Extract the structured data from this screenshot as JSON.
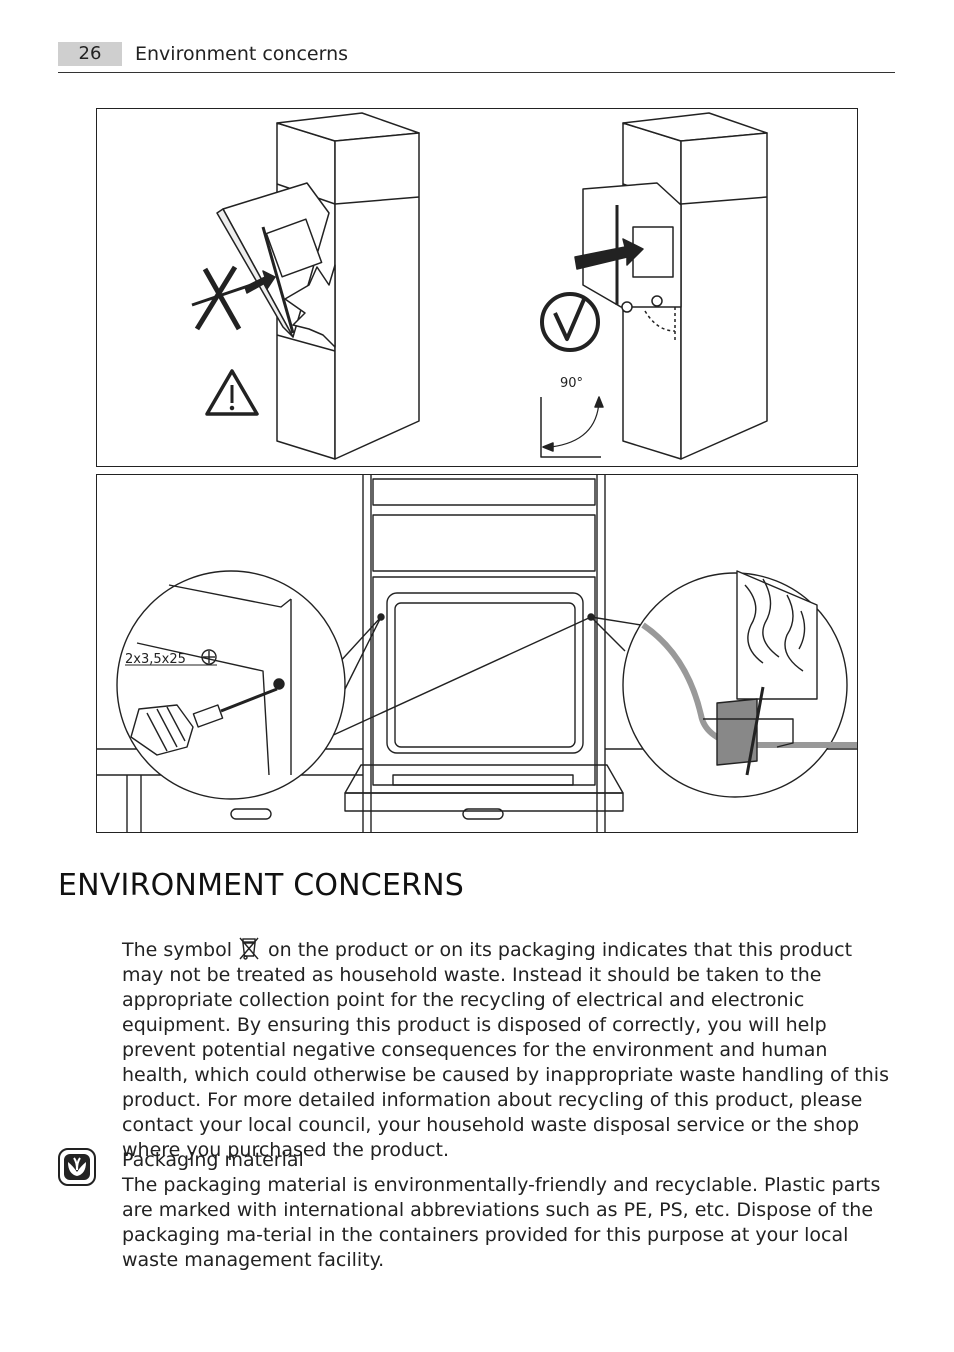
{
  "header": {
    "page_number": "26",
    "title": "Environment concerns"
  },
  "figure_top": {
    "angle_label": "90°"
  },
  "figure_bottom": {
    "screw_label": "2x3,5x25"
  },
  "section": {
    "title": "ENVIRONMENT CONCERNS"
  },
  "paragraph_1": {
    "before_icon": "The symbol",
    "after_icon": "on the product or on its packaging indicates that this product may not be treated as household waste. Instead it should be taken to the appropriate collection point for the recycling of electrical and electronic equipment. By ensuring this product is disposed of correctly, you will help prevent potential negative consequences for the environment and human health, which could otherwise be caused by inappropriate waste handling of this product. For more detailed information about recycling of this product, please contact your local council, your household waste disposal service or the shop where you purchased the product."
  },
  "packaging": {
    "heading": "Packaging material",
    "text": "The packaging material is environmentally-friendly and recyclable. Plastic parts are marked with international abbreviations such as PE, PS, etc. Dispose of the packaging ma-terial in the containers provided for this purpose at your local waste management facility."
  },
  "icons": {
    "weee": "crossed-out-wheelie-bin-icon",
    "eco": "eco-leaf-icon",
    "warning": "warning-triangle-icon",
    "wrong": "x-mark-icon",
    "correct": "check-circle-icon"
  }
}
